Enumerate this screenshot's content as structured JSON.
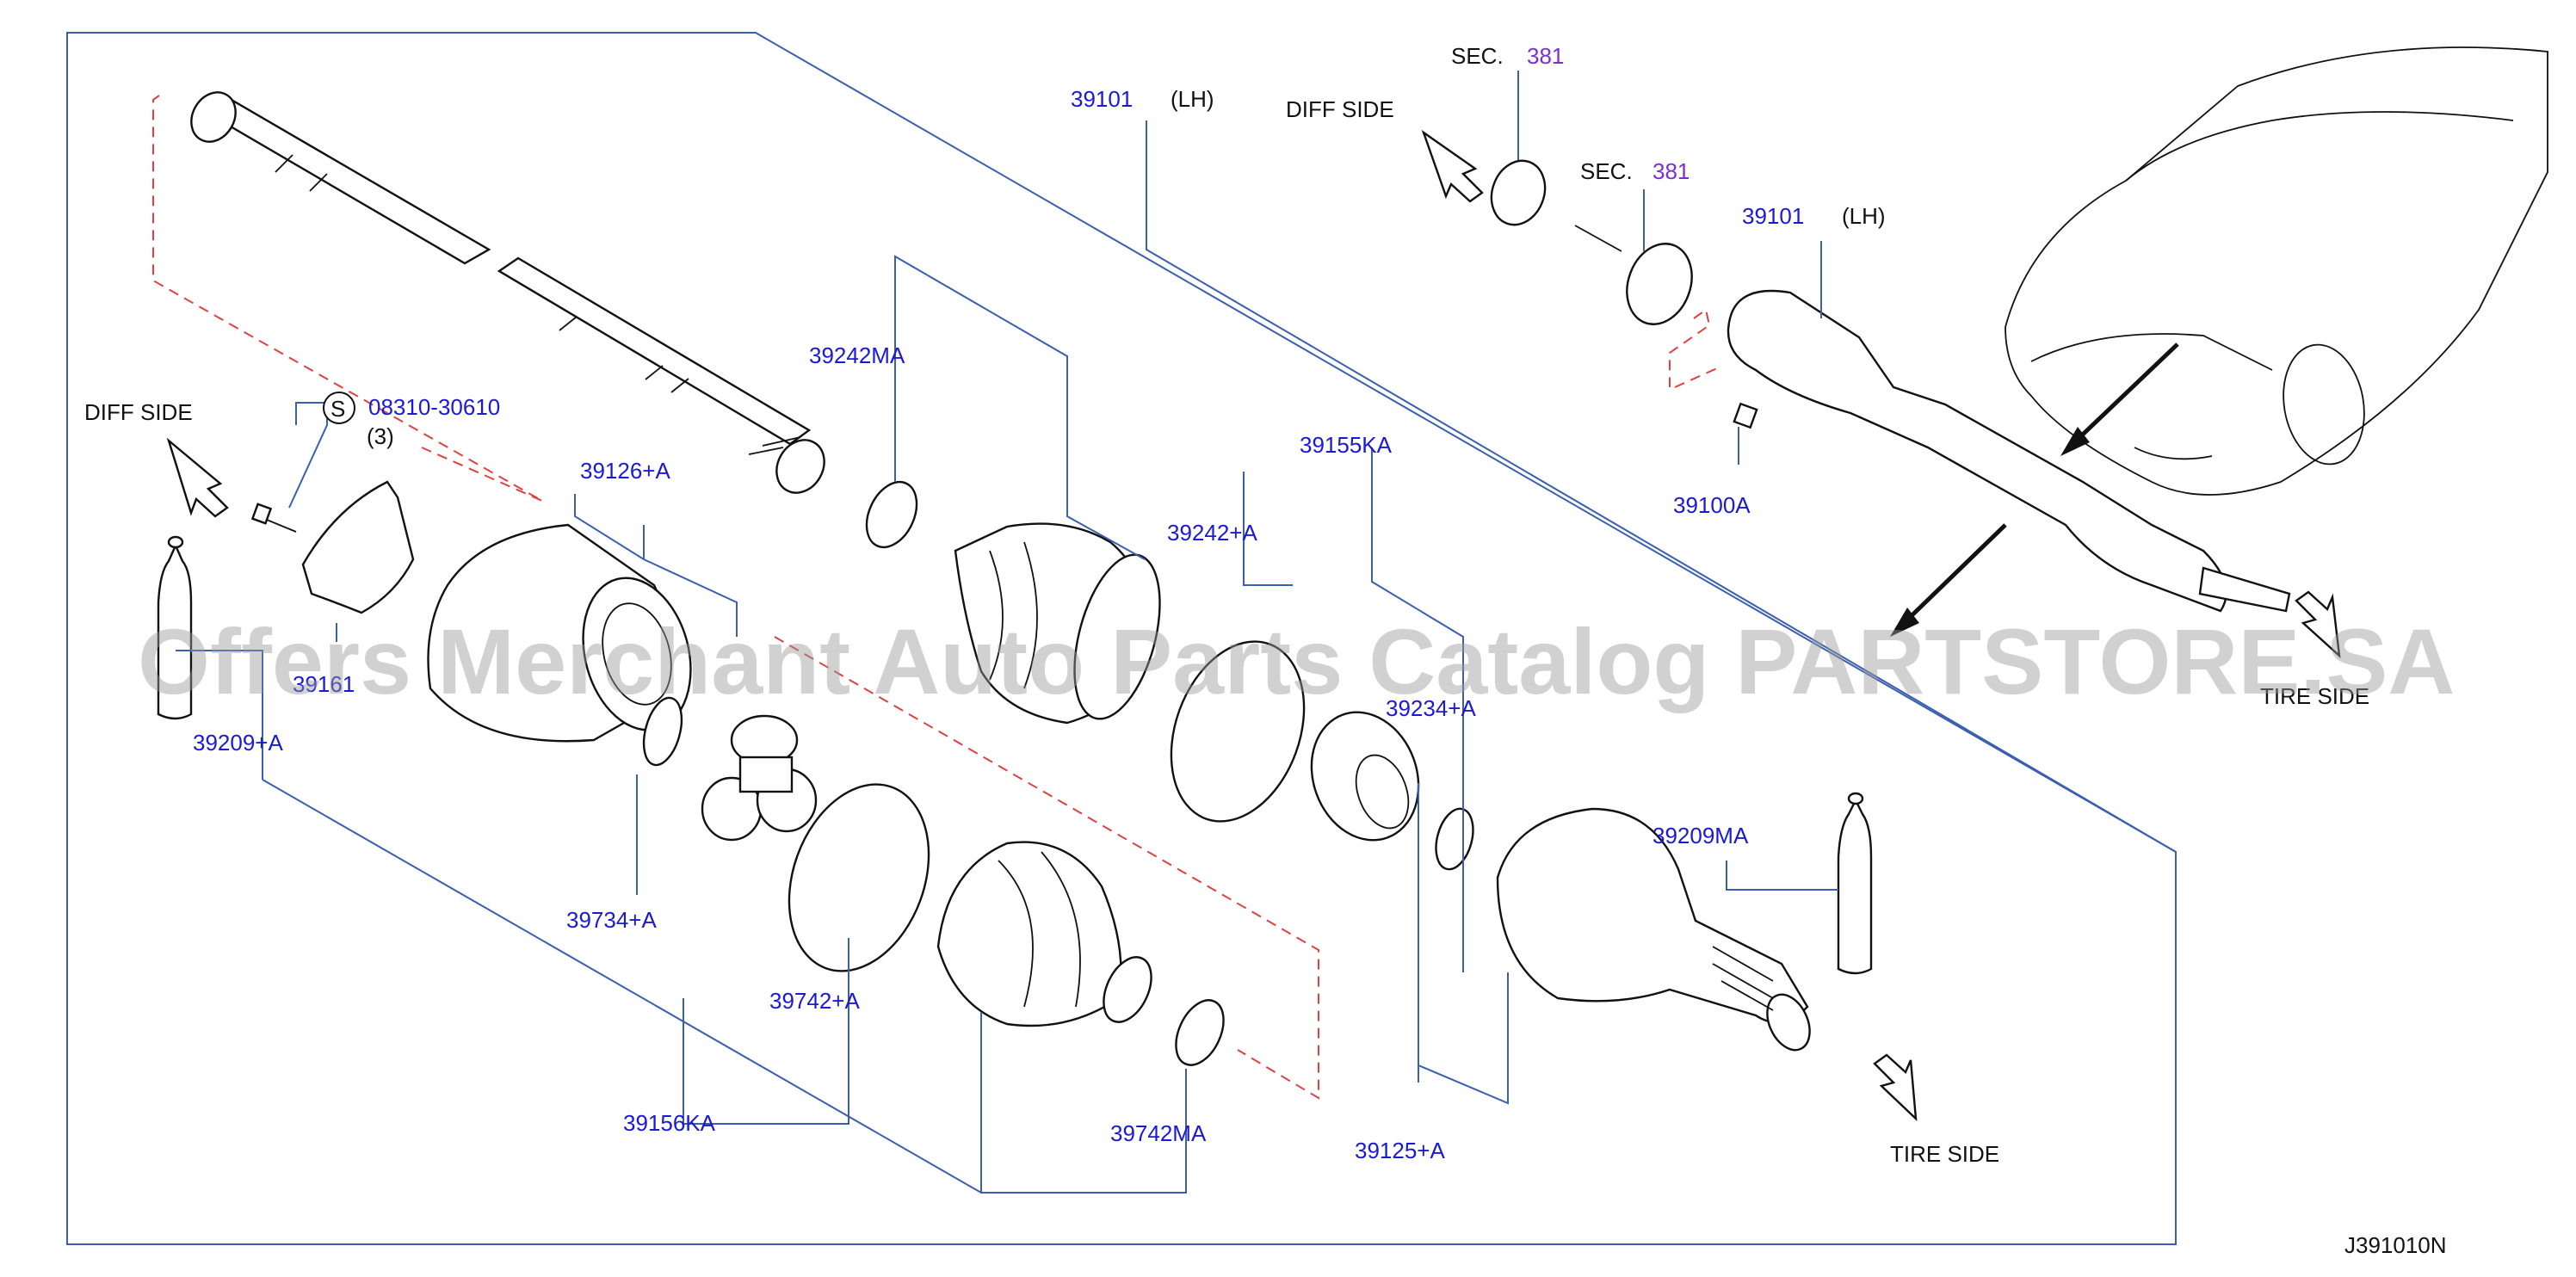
{
  "diagram": {
    "figure_code": "J391010N",
    "watermark": "Offers Merchant Auto Parts Catalog PARTSTORE.SA",
    "direction_labels": {
      "diff_side_left": "DIFF  SIDE",
      "diff_side_top": "DIFF  SIDE",
      "tire_side_bottom": "TIRE  SIDE",
      "tire_side_right": "TIRE  SIDE"
    },
    "sections": [
      {
        "prefix": "SEC.",
        "number": "381"
      },
      {
        "prefix": "SEC.",
        "number": "381"
      }
    ],
    "callouts": {
      "main_39101": {
        "part": "39101",
        "note": "(LH)"
      },
      "inset_39101": {
        "part": "39101",
        "note": "(LH)"
      },
      "p39242MA": "39242MA",
      "p08310": {
        "symbol": "S",
        "part": "08310-30610",
        "qty": "(3)"
      },
      "p39126A": "39126+A",
      "p39155KA": "39155KA",
      "p39242A": "39242+A",
      "p39100A": "39100A",
      "p39161": "39161",
      "p39209A": "39209+A",
      "p39234A": "39234+A",
      "p39209MA": "39209MA",
      "p39734A": "39734+A",
      "p39742A": "39742+A",
      "p39156KA": "39156KA",
      "p39742MA": "39742MA",
      "p39125A": "39125+A"
    },
    "colors": {
      "part_number": "#1a1ad6",
      "section_number": "#7a2fd6",
      "leader": "#3a5fb0",
      "dashed": "#e04040",
      "watermark": "#9a9a9a"
    }
  }
}
